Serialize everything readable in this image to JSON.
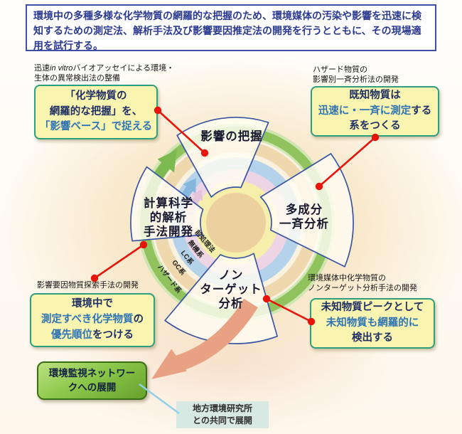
{
  "title": {
    "text": "環境中の多種多様な化学物質の網羅的な把握のため、環境媒体の汚染や影響を迅速に検知するための測定法、解析手法及び影響要因推定法の開発を行うとともに、その現場適用を試行する。"
  },
  "annotations": {
    "assay": {
      "pre": "迅速",
      "italic": "in vitro",
      "rest": "バイオアッセイによる環境・",
      "line2": "生体の異常検出法の整備"
    },
    "hazard": {
      "line1": "ハザード物質の",
      "line2": "影響別一斉分析法の開発"
    },
    "factor": {
      "line1": "影響要因物質探索手法の開発"
    },
    "nontarget": {
      "line1": "環境媒体中化学物質の",
      "line2": "ノンターゲット分析手法の開発"
    }
  },
  "callouts": {
    "impact": {
      "l1": "「化学物質の",
      "l2": "網羅的な把握」を、",
      "l3": "「影響ベース」で捉える"
    },
    "known": {
      "l1": "既知物質は",
      "l2a": "迅速に・一斉に測定",
      "l2b": "する",
      "l3": "系をつくる"
    },
    "priority": {
      "l1": "環境中で",
      "l2a": "測定すべき化学物質",
      "l2b": "の",
      "l3a": "優先順位",
      "l3b": "をつける"
    },
    "unknown": {
      "l1": "未知物質ピークとして",
      "l2": "未知物質も網羅的に",
      "l3": "検出する"
    }
  },
  "wheel": {
    "sectors": {
      "impact": [
        "影響の把握"
      ],
      "multi": [
        "多成分",
        "一斉分析"
      ],
      "nontarget": [
        "ノン",
        "ターゲット",
        "分析"
      ],
      "computational": [
        "計算科学",
        "的解析",
        "手法開発"
      ]
    },
    "ring_labels": [
      "前処理法",
      "無機系",
      "LC系",
      "GC系",
      "ハザード系"
    ]
  },
  "outcome": {
    "box_l1": "環境監視ネットワー",
    "box_l2": "クへの展開",
    "note_l1": "地方環境研究所",
    "note_l2": "との共同で展開"
  },
  "colors": {
    "accent_red": "#e8140a",
    "navy_text": "#1f2f63",
    "blue_text": "#2e74b5",
    "callout_bg": "#f9f4b0",
    "callout_border": "#2f9e7d",
    "title_border": "#3e4fa5",
    "ring_green": "#90c25e",
    "ring_tan": "#f0d8ae",
    "ring_blue": "#b4d2e9",
    "ring_pink": "#eed5e6",
    "ring_yellow": "#f6efac",
    "center_tan": "#ecd0a0",
    "outcome_green": "#8cc84b",
    "salmon_arrow": "#e9a184",
    "note_bg": "#d8e8e2"
  }
}
